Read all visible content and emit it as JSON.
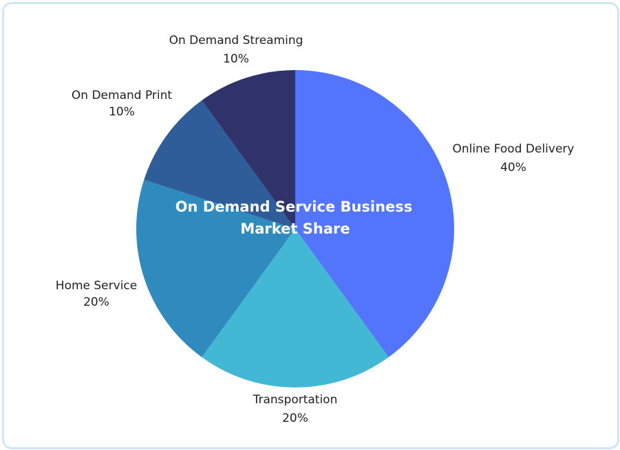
{
  "chart_data": {
    "type": "pie",
    "title": "On Demand Service Business Market Share",
    "start": "12 o'clock",
    "direction": "clockwise",
    "slices": [
      {
        "label": "Online Food Delivery",
        "value_label": "40%",
        "value": 40,
        "color": "#5275fb"
      },
      {
        "label": "Transportation",
        "value_label": "20%",
        "value": 20,
        "color": "#42b8d5"
      },
      {
        "label": "Home Service",
        "value_label": "20%",
        "value": 20,
        "color": "#2f8bbd"
      },
      {
        "label": "On Demand Print",
        "value_label": "10%",
        "value": 10,
        "color": "#2e5d9a"
      },
      {
        "label": "On Demand Streaming",
        "value_label": "10%",
        "value": 10,
        "color": "#2f336a"
      }
    ]
  }
}
